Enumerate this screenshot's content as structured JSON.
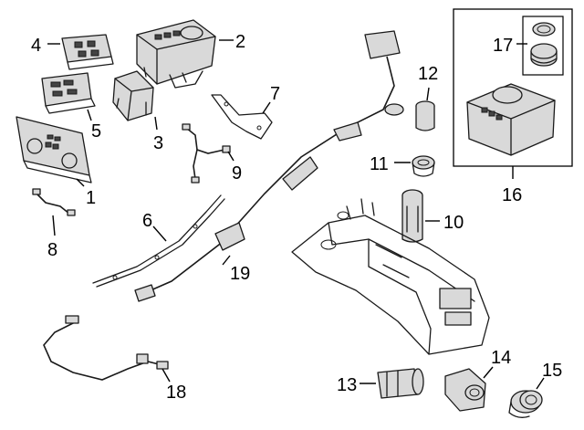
{
  "callouts": [
    "1",
    "2",
    "3",
    "4",
    "5",
    "6",
    "7",
    "8",
    "9",
    "10",
    "11",
    "12",
    "13",
    "14",
    "15",
    "16",
    "17",
    "18",
    "19"
  ],
  "colors": {
    "line": "#1a1a1a",
    "shade": "#d9d9d9",
    "background": "#ffffff"
  }
}
